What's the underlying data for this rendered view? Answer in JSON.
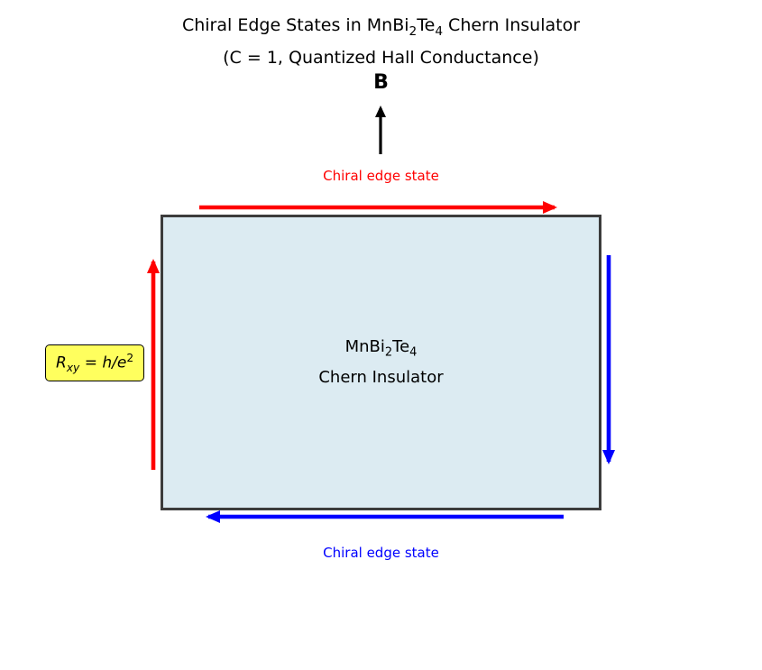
{
  "title": {
    "line1_a": "Chiral Edge States in MnBi",
    "line1_sub1": "2",
    "line1_b": "Te",
    "line1_sub2": "4",
    "line1_c": " Chern Insulator",
    "line2": "(C = 1, Quantized Hall Conductance)"
  },
  "magnetic_field": {
    "label": "B"
  },
  "top_edge": {
    "label": "Chiral edge state"
  },
  "bottom_edge": {
    "label": "Chiral edge state"
  },
  "sample": {
    "name_a": "MnBi",
    "name_sub1": "2",
    "name_b": "Te",
    "name_sub2": "4",
    "type": "Chern Insulator"
  },
  "hall_label": {
    "r": "R",
    "r_sub": "xy",
    "equals": " = ",
    "body": "h/e",
    "exponent": "2"
  },
  "colors": {
    "top_edge_arrow": "#ff0000",
    "bottom_edge_arrow": "#0000ff",
    "field_arrow": "#000000",
    "sample_fill": "#dcebf2",
    "sample_border": "#3c3c3c",
    "hall_label_bg": "#ffff5e",
    "hall_label_border": "#000000"
  }
}
